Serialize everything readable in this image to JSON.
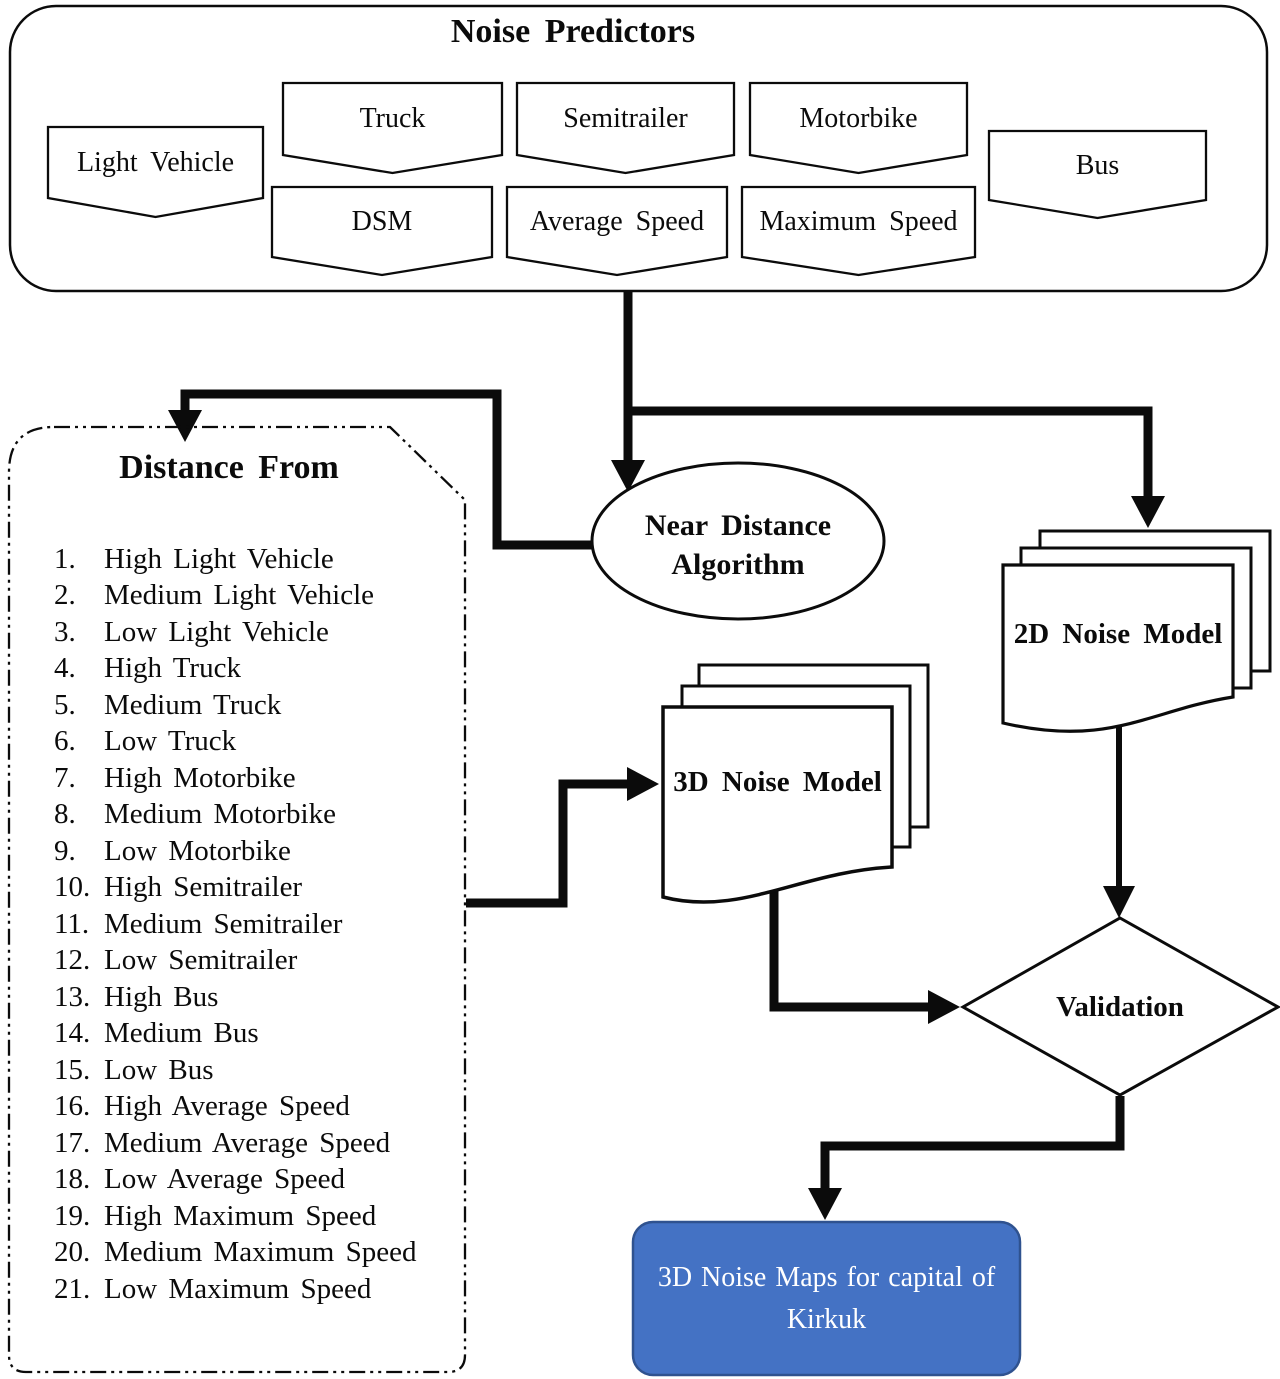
{
  "colors": {
    "ink": "#0b0b0b",
    "output_fill": "#4472C4",
    "output_border": "#2F528F",
    "output_text": "#FFFFFF"
  },
  "predictors": {
    "title": "Noise Predictors",
    "light_vehicle": "Light Vehicle",
    "truck": "Truck",
    "semitrailer": "Semitrailer",
    "motorbike": "Motorbike",
    "bus": "Bus",
    "dsm": "DSM",
    "average_speed": "Average Speed",
    "maximum_speed": "Maximum Speed"
  },
  "nodes": {
    "near_distance_algorithm": "Near Distance Algorithm",
    "noise_model_2d": "2D Noise Model",
    "noise_model_3d": "3D Noise Model",
    "validation": "Validation",
    "output": "3D Noise Maps for capital of Kirkuk"
  },
  "distance_box": {
    "title": "Distance From",
    "items": [
      {
        "n": "1.",
        "t": "High Light Vehicle"
      },
      {
        "n": "2.",
        "t": "Medium Light Vehicle"
      },
      {
        "n": "3.",
        "t": "Low Light Vehicle"
      },
      {
        "n": "4.",
        "t": "High Truck"
      },
      {
        "n": "5.",
        "t": "Medium Truck"
      },
      {
        "n": "6.",
        "t": "Low Truck"
      },
      {
        "n": "7.",
        "t": "High Motorbike"
      },
      {
        "n": "8.",
        "t": "Medium Motorbike"
      },
      {
        "n": "9.",
        "t": "Low Motorbike"
      },
      {
        "n": "10.",
        "t": "High Semitrailer"
      },
      {
        "n": "11.",
        "t": "Medium Semitrailer"
      },
      {
        "n": "12.",
        "t": "Low Semitrailer"
      },
      {
        "n": "13.",
        "t": "High Bus"
      },
      {
        "n": "14.",
        "t": "Medium Bus"
      },
      {
        "n": "15.",
        "t": "Low Bus"
      },
      {
        "n": "16.",
        "t": "High Average Speed"
      },
      {
        "n": "17.",
        "t": "Medium Average Speed"
      },
      {
        "n": "18.",
        "t": "Low Average Speed"
      },
      {
        "n": "19.",
        "t": "High Maximum Speed"
      },
      {
        "n": "20.",
        "t": "Medium Maximum Speed"
      },
      {
        "n": "21.",
        "t": "Low Maximum Speed"
      }
    ]
  }
}
